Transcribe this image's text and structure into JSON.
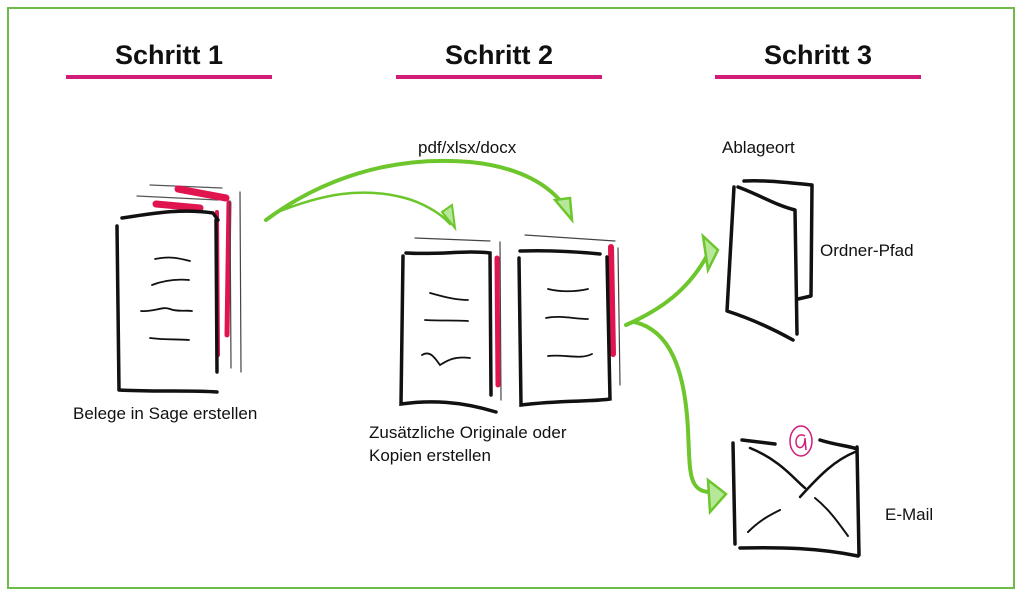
{
  "colors": {
    "frame": "#6dbb4a",
    "underline": "#d11c7a",
    "arrow": "#6cc62c",
    "accent": "#e0144e",
    "ink": "#111111"
  },
  "steps": [
    {
      "title": "Schritt 1",
      "caption": "Belege in Sage erstellen"
    },
    {
      "title": "Schritt 2",
      "caption_line1": "Zusätzliche Originale oder",
      "caption_line2": "Kopien erstellen",
      "format_label": "pdf/xlsx/docx"
    },
    {
      "title": "Schritt 3",
      "destination_label": "Ablageort",
      "folder_label": "Ordner-Pfad",
      "email_label": "E-Mail"
    }
  ],
  "icons": {
    "documents": "document-stack-icon",
    "folder": "folder-icon",
    "email": "envelope-icon",
    "at": "at-sign-icon"
  }
}
